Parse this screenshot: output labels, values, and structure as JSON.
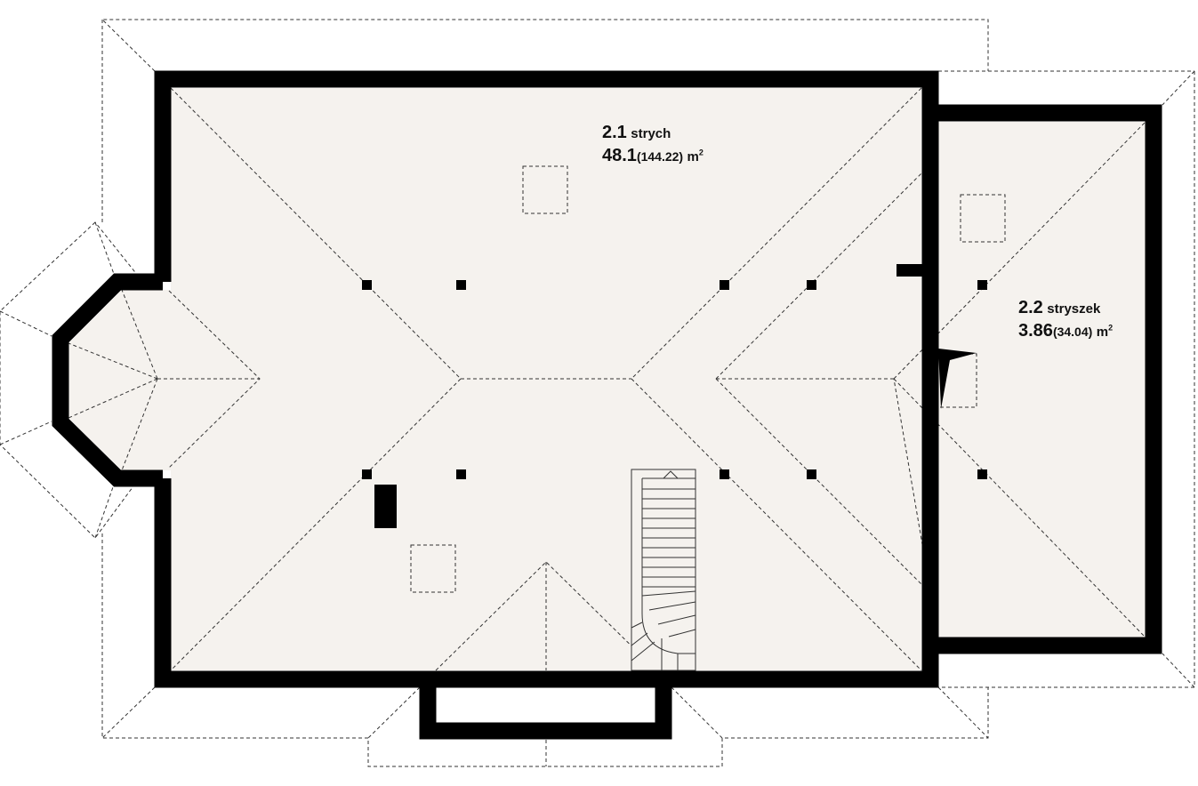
{
  "rooms": [
    {
      "number": "2.1",
      "name": "strych",
      "area": "48.1",
      "area_full": "(144.22)",
      "unit": "m",
      "unit_sup": "2"
    },
    {
      "number": "2.2",
      "name": "stryszek",
      "area": "3.86",
      "area_full": "(34.04)",
      "unit": "m",
      "unit_sup": "2"
    }
  ],
  "colors": {
    "wall": "#000000",
    "floor": "#f5f2ee",
    "roof_line": "#333333",
    "background": "#ffffff"
  }
}
